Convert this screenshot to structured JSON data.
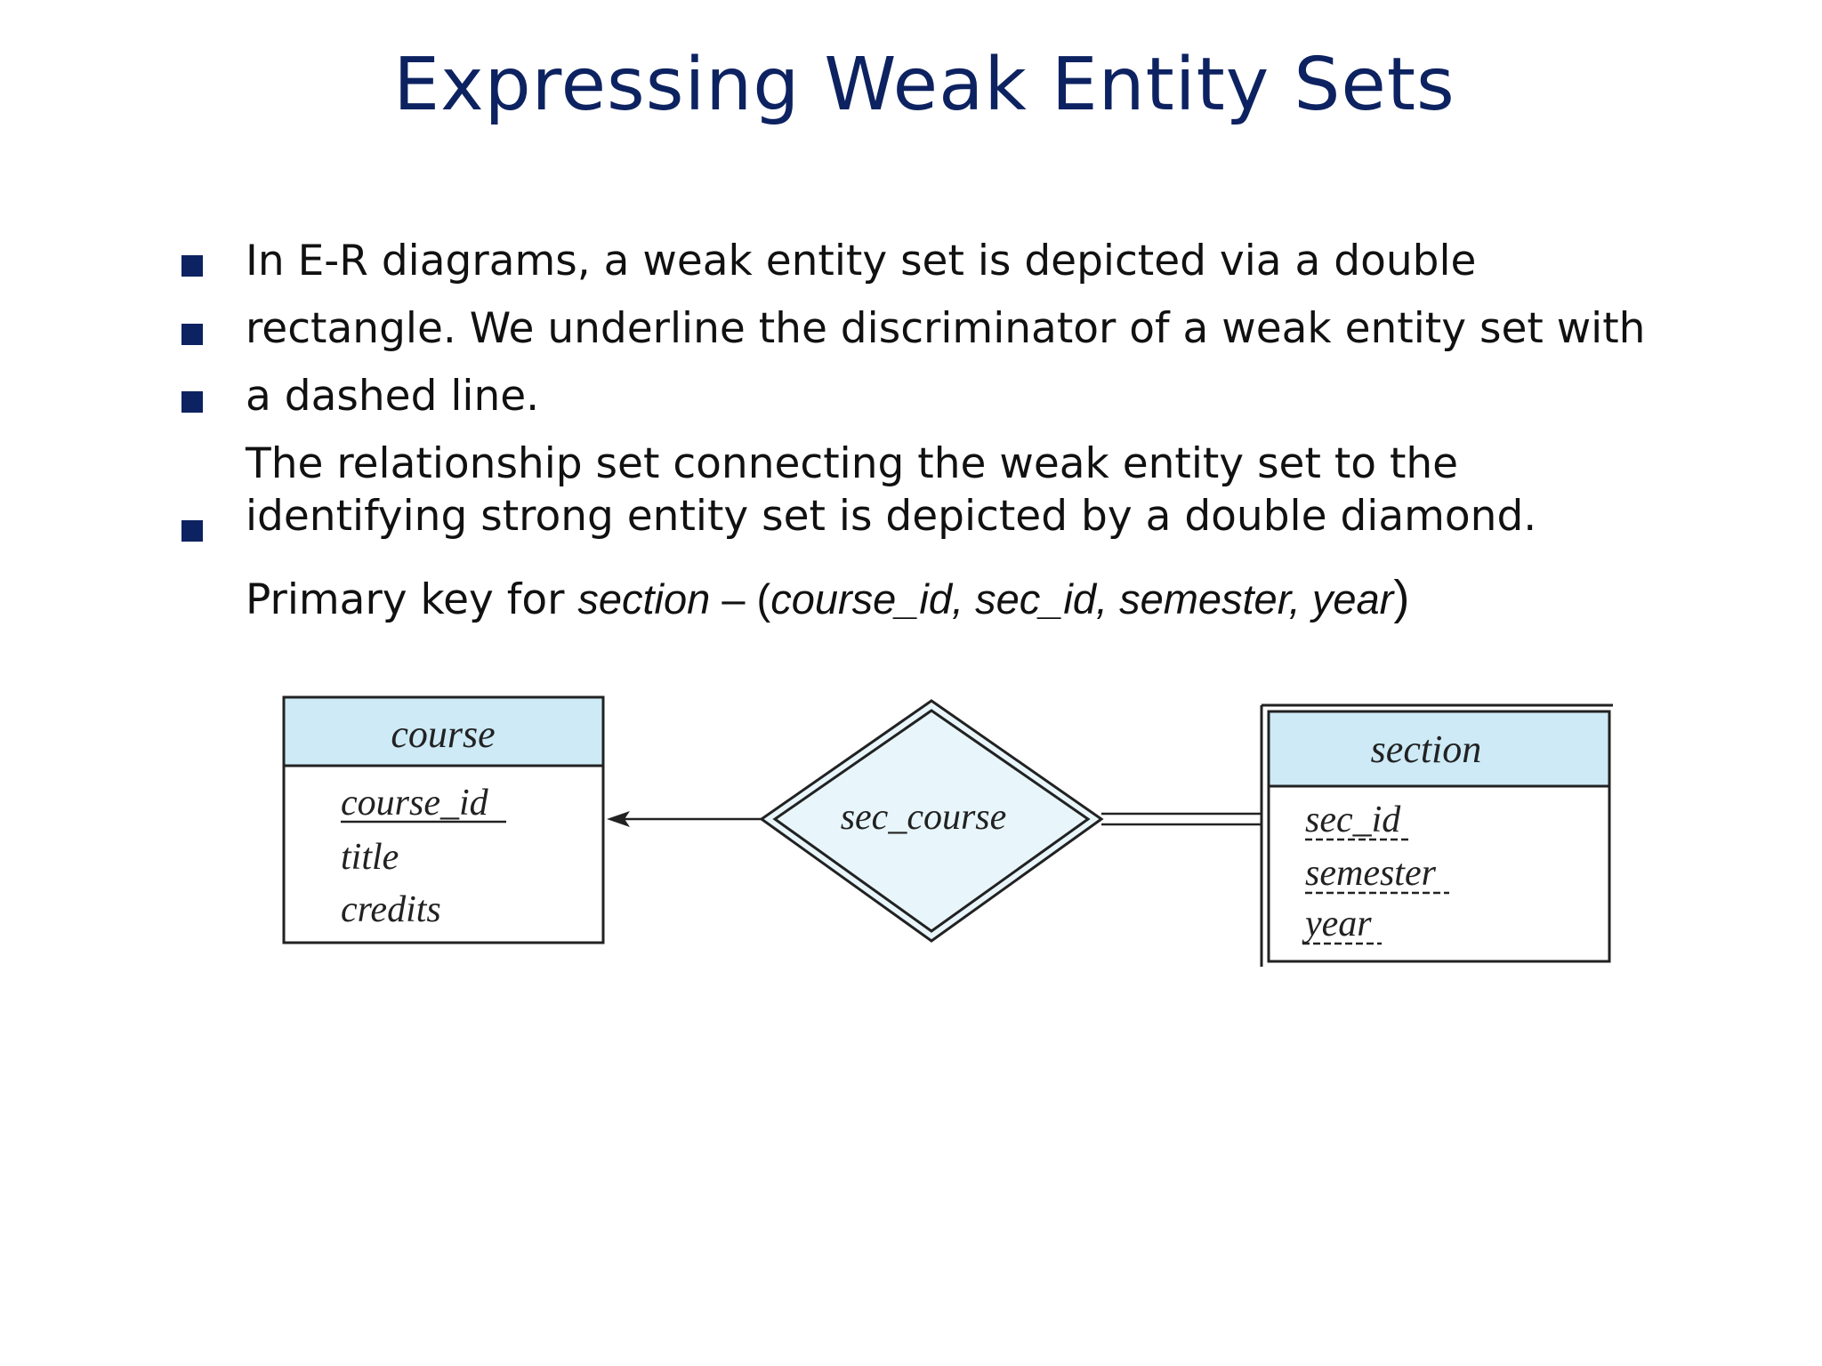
{
  "slide": {
    "title": "Expressing Weak Entity Sets"
  },
  "bullets": [
    "In E-R diagrams, a weak entity set is depicted via a double",
    "rectangle. We underline the discriminator of a weak entity set  with",
    "a dashed line.",
    "The relationship set connecting the  weak entity set to the",
    "identifying strong entity set is depicted by a double diamond."
  ],
  "primary_key": {
    "prefix": "Primary key for ",
    "entity": "section",
    "dash": " – (",
    "attributes": "course_id, sec_id, semester, year",
    "close": ")"
  },
  "diagram": {
    "strong_entity": {
      "name": "course",
      "attributes": [
        "course_id",
        "title",
        "credits"
      ]
    },
    "relationship": {
      "name": "sec_course"
    },
    "weak_entity": {
      "name": "section",
      "attributes": [
        "sec_id",
        "semester",
        "year"
      ]
    },
    "colors": {
      "entity_header": "#cdeaf6",
      "relationship_fill": "#e8f6fb",
      "outline": "#222222",
      "title": "#0d2260",
      "bullet": "#0d2260"
    }
  }
}
